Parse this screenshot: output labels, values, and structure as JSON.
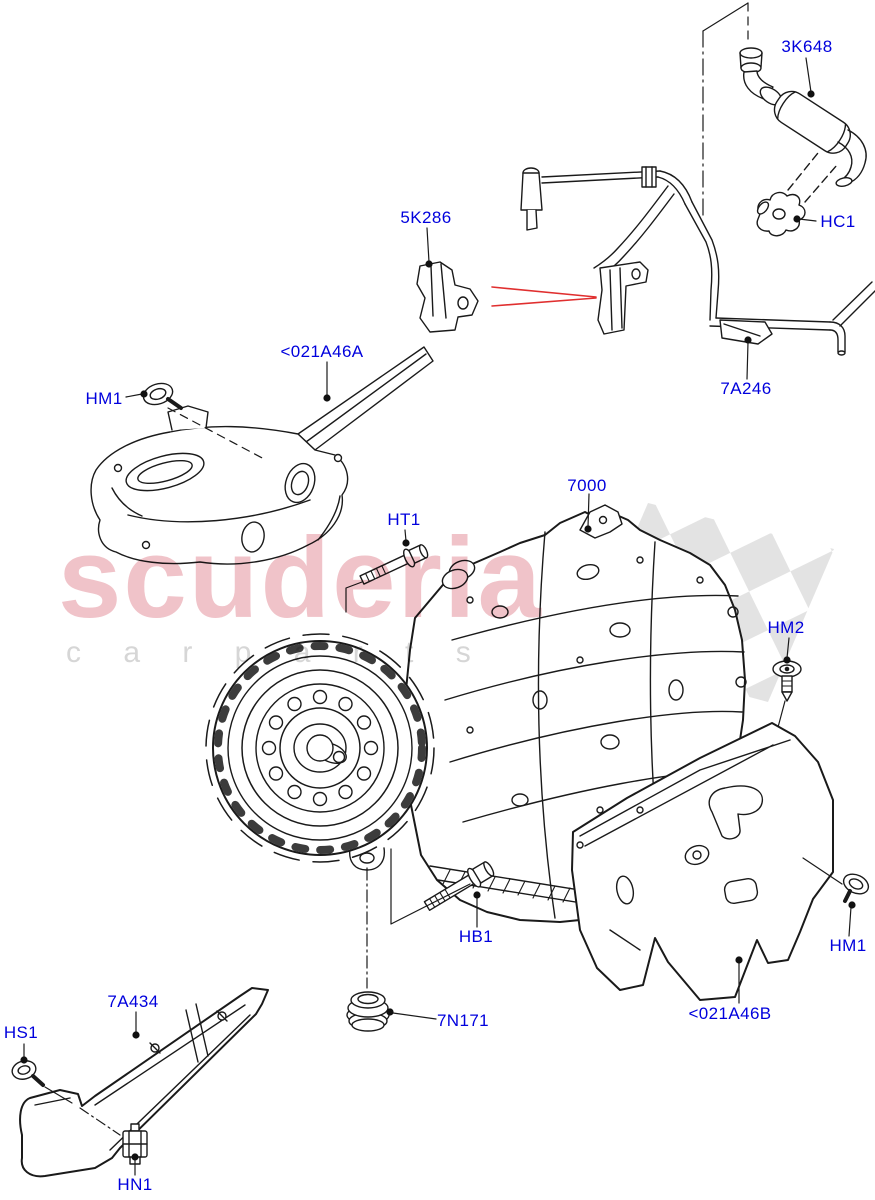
{
  "watermark": {
    "brand": "scuderia",
    "subtitle": "c a r   p a r t s"
  },
  "colors": {
    "label": "#0000dd",
    "line": "#1a1a1a",
    "red": "#e02f2f",
    "pink": "#f0c3c9",
    "graytext": "#d6d6d6",
    "checker": "#e3e3e3"
  },
  "labels": {
    "k3648": "3K648",
    "hc1": "HC1",
    "k5286": "5K286",
    "a7246": "7A246",
    "a46a": "<021A46A",
    "hm1_left": "HM1",
    "n7000": "7000",
    "ht1": "HT1",
    "hm2": "HM2",
    "hb1": "HB1",
    "n7n171": "7N171",
    "a46b": "<021A46B",
    "hm1_right": "HM1",
    "a7434": "7A434",
    "hs1": "HS1",
    "hn1": "HN1"
  }
}
